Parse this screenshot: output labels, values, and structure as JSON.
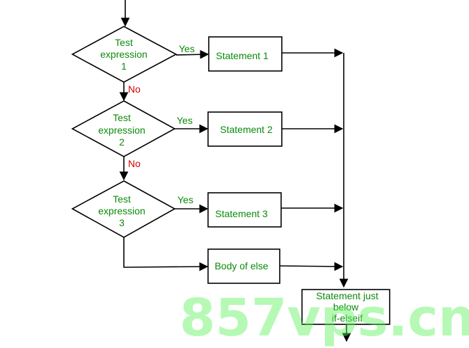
{
  "decisions": [
    {
      "line1": "Test",
      "line2": "expression",
      "line3": "1"
    },
    {
      "line1": "Test",
      "line2": "expression",
      "line3": "2"
    },
    {
      "line1": "Test",
      "line2": "expression",
      "line3": "3"
    }
  ],
  "statements": [
    {
      "label": "Statement 1"
    },
    {
      "label": "Statement 2"
    },
    {
      "label": "Statement 3"
    }
  ],
  "else_box": {
    "label": "Body of else"
  },
  "final_box": {
    "line1": "Statement just",
    "line2": "below",
    "line3": "if-elseif"
  },
  "edge_labels": {
    "yes1": "Yes",
    "yes2": "Yes",
    "yes3": "Yes",
    "no1": "No",
    "no2": "No"
  },
  "watermark": {
    "text": "857vps.cn"
  },
  "colors": {
    "node_text": "#0a8a0a",
    "no_label": "#d40000",
    "watermark": "#5cf25c",
    "stroke": "#000000"
  }
}
